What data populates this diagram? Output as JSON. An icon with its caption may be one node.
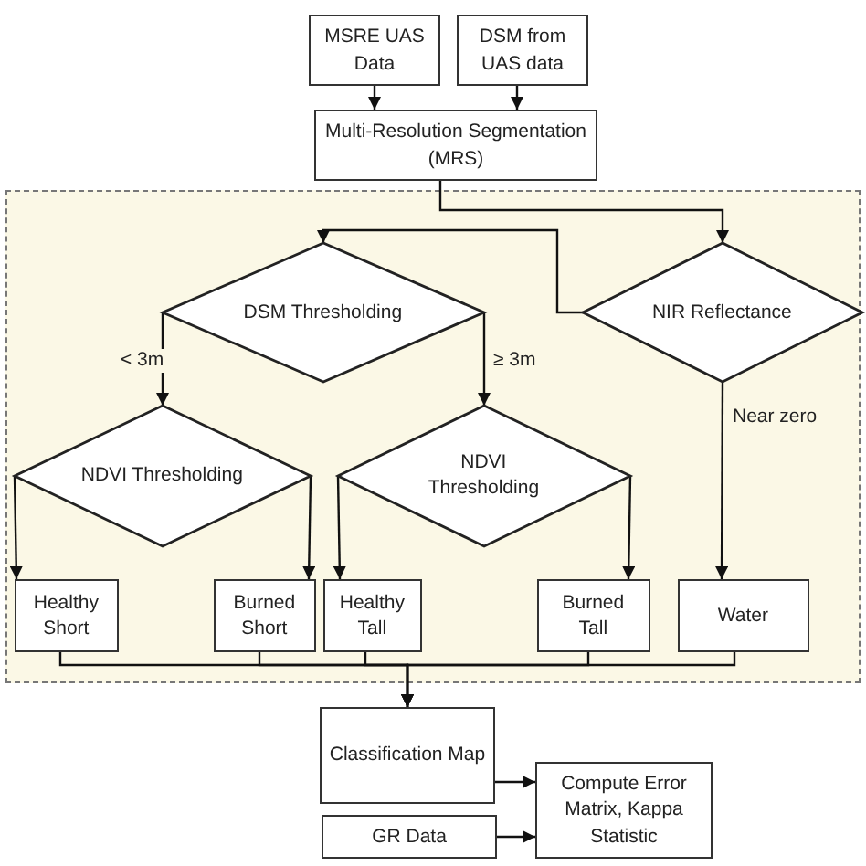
{
  "diagram": {
    "nodes": [
      {
        "text": [
          "MSRE UAS Data"
        ]
      },
      {
        "text": [
          "DSM from UAS data"
        ]
      },
      {
        "text": [
          "Multi-Resolution Segmentation (MRS)"
        ]
      },
      {
        "text": [],
        "shape": "box"
      },
      {
        "text": [
          "DSM Thresholding"
        ],
        "in": 3
      },
      {
        "text": [
          "NIR Reflectance"
        ],
        "in": 3
      },
      {
        "text": [
          "NDVI Thresholding"
        ],
        "in": 3
      },
      {
        "text": [
          "NDVI Thresholding"
        ],
        "in": 3
      },
      {
        "text": [
          "Healthy Short"
        ],
        "in": 3
      },
      {
        "text": [
          "Burned Short"
        ],
        "in": 3
      },
      {
        "text": [
          "Healthy Tall"
        ],
        "in": 3
      },
      {
        "text": [
          "Burned Tall"
        ],
        "in": 3
      },
      {
        "text": [
          "Water"
        ],
        "in": 3
      },
      {
        "text": [
          "Classification Map"
        ]
      },
      {
        "text": [
          "GR Data"
        ]
      },
      {
        "text": [
          "Compute Error Matrix, Kappa Statistic"
        ]
      }
    ],
    "edges": [
      {
        "from": 0,
        "to": 2,
        "arrow": "to"
      },
      {
        "from": 1,
        "to": 2,
        "arrow": "to"
      },
      {
        "from": 2,
        "to": 5,
        "arrow": "to"
      },
      {
        "from": 5,
        "to": 4,
        "arrow": "to"
      },
      {
        "from": 4,
        "to": 6,
        "label": "< 3m",
        "arrow": "to"
      },
      {
        "from": 4,
        "to": 7,
        "label": "≥ 3m",
        "arrow": "to"
      },
      {
        "from": 5,
        "to": 12,
        "label": "Near zero",
        "arrow": "to"
      },
      {
        "from": 6,
        "to": 8,
        "arrow": "to"
      },
      {
        "from": 6,
        "to": 9,
        "arrow": "to"
      },
      {
        "from": 7,
        "to": 10,
        "arrow": "to"
      },
      {
        "from": 7,
        "to": 11,
        "arrow": "to"
      },
      {
        "from": 8,
        "to": 13,
        "arrow": "to"
      },
      {
        "from": 9,
        "to": 13,
        "arrow": "to"
      },
      {
        "from": 10,
        "to": 13,
        "arrow": "to"
      },
      {
        "from": 11,
        "to": 13,
        "arrow": "to"
      },
      {
        "from": 12,
        "to": 13,
        "arrow": "to"
      },
      {
        "from": 13,
        "to": 15,
        "arrow": "to"
      },
      {
        "from": 14,
        "to": 15,
        "arrow": "to"
      }
    ]
  }
}
